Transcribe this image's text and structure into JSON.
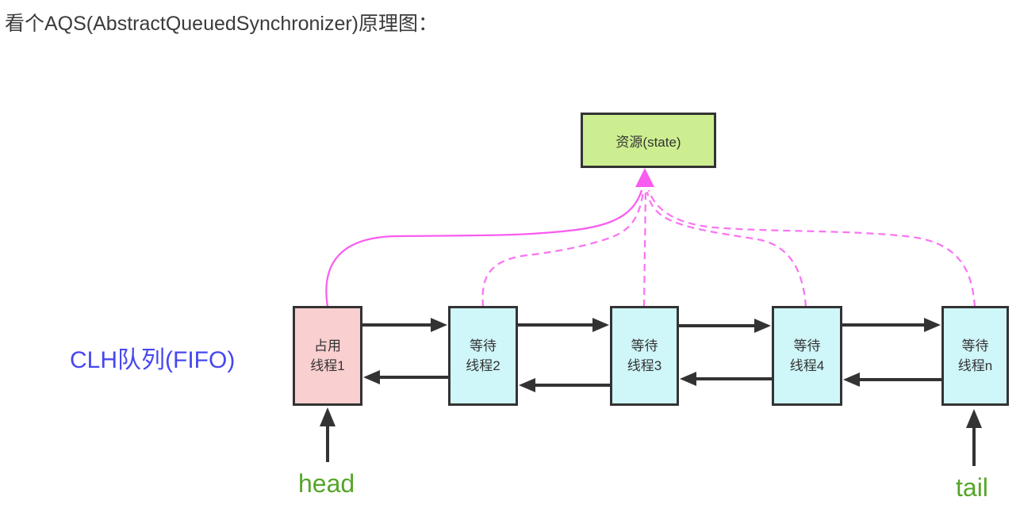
{
  "page": {
    "title": "看个AQS(AbstractQueuedSynchronizer)原理图："
  },
  "diagram": {
    "resource": {
      "label": "资源(state)"
    },
    "queue_label": "CLH队列(FIFO)",
    "nodes": [
      {
        "line1": "占用",
        "line2": "线程1",
        "state": "occupying"
      },
      {
        "line1": "等待",
        "line2": "线程2",
        "state": "waiting"
      },
      {
        "line1": "等待",
        "line2": "线程3",
        "state": "waiting"
      },
      {
        "line1": "等待",
        "line2": "线程4",
        "state": "waiting"
      },
      {
        "line1": "等待",
        "line2": "线程n",
        "state": "waiting"
      }
    ],
    "pointers": {
      "head": "head",
      "tail": "tail"
    },
    "colors": {
      "title_text": "#3b3b3b",
      "resource_fill": "#cdee90",
      "occupying_fill": "#f9cfd0",
      "waiting_fill": "#cff6f9",
      "box_border": "#333333",
      "queue_label_text": "#4747f0",
      "pointer_text": "#55a629",
      "resource_link": "#f95df0",
      "queue_arrow": "#333333"
    }
  }
}
